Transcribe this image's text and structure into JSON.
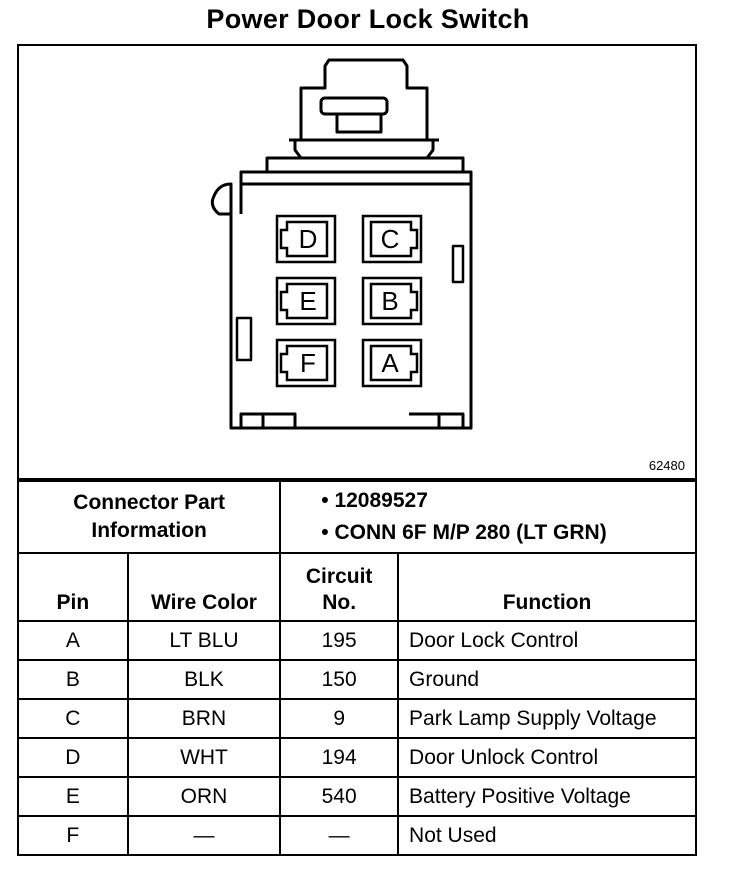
{
  "title": "Power Door Lock Switch",
  "figure_id": "62480",
  "connector": {
    "pins": [
      "D",
      "C",
      "E",
      "B",
      "F",
      "A"
    ]
  },
  "info": {
    "label": "Connector Part Information",
    "items": [
      "• 12089527",
      "• CONN 6F M/P 280 (LT GRN)"
    ]
  },
  "columns": {
    "pin": "Pin",
    "wire_color": "Wire Color",
    "circuit": "Circuit No.",
    "function": "Function"
  },
  "rows": [
    {
      "pin": "A",
      "color": "LT BLU",
      "circuit": "195",
      "function": "Door Lock Control"
    },
    {
      "pin": "B",
      "color": "BLK",
      "circuit": "150",
      "function": "Ground"
    },
    {
      "pin": "C",
      "color": "BRN",
      "circuit": "9",
      "function": "Park Lamp Supply Voltage"
    },
    {
      "pin": "D",
      "color": "WHT",
      "circuit": "194",
      "function": "Door Unlock Control"
    },
    {
      "pin": "E",
      "color": "ORN",
      "circuit": "540",
      "function": "Battery Positive Voltage"
    },
    {
      "pin": "F",
      "color": "—",
      "circuit": "—",
      "function": "Not Used"
    }
  ]
}
